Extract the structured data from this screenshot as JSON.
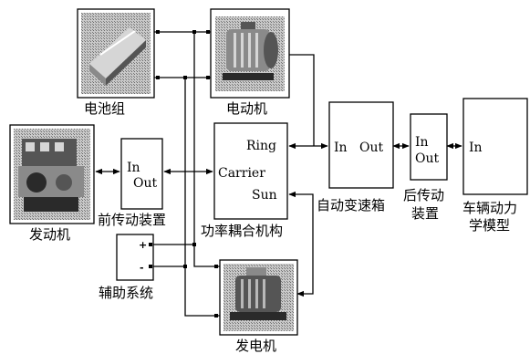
{
  "labels": {
    "battery": "电池组",
    "motor": "电动机",
    "engine": "发动机",
    "front_transmission": "前传动装置",
    "power_coupling": "功率耦合机构",
    "auto_gearbox": "自动变速箱",
    "rear_transmission_line1": "后传动",
    "rear_transmission_line2": "装置",
    "vehicle_model_line1": "车辆动力",
    "vehicle_model_line2": "学模型",
    "auxiliary": "辅助系统",
    "generator": "发电机"
  },
  "ports": {
    "front_in": "In",
    "front_out": "Out",
    "ring": "Ring",
    "carrier": "Carrier",
    "sun": "Sun",
    "gearbox_in": "In",
    "gearbox_out": "Out",
    "rear_in": "In",
    "rear_out": "Out",
    "vehicle_in": "In",
    "aux_plus": "+",
    "aux_minus": "-"
  }
}
